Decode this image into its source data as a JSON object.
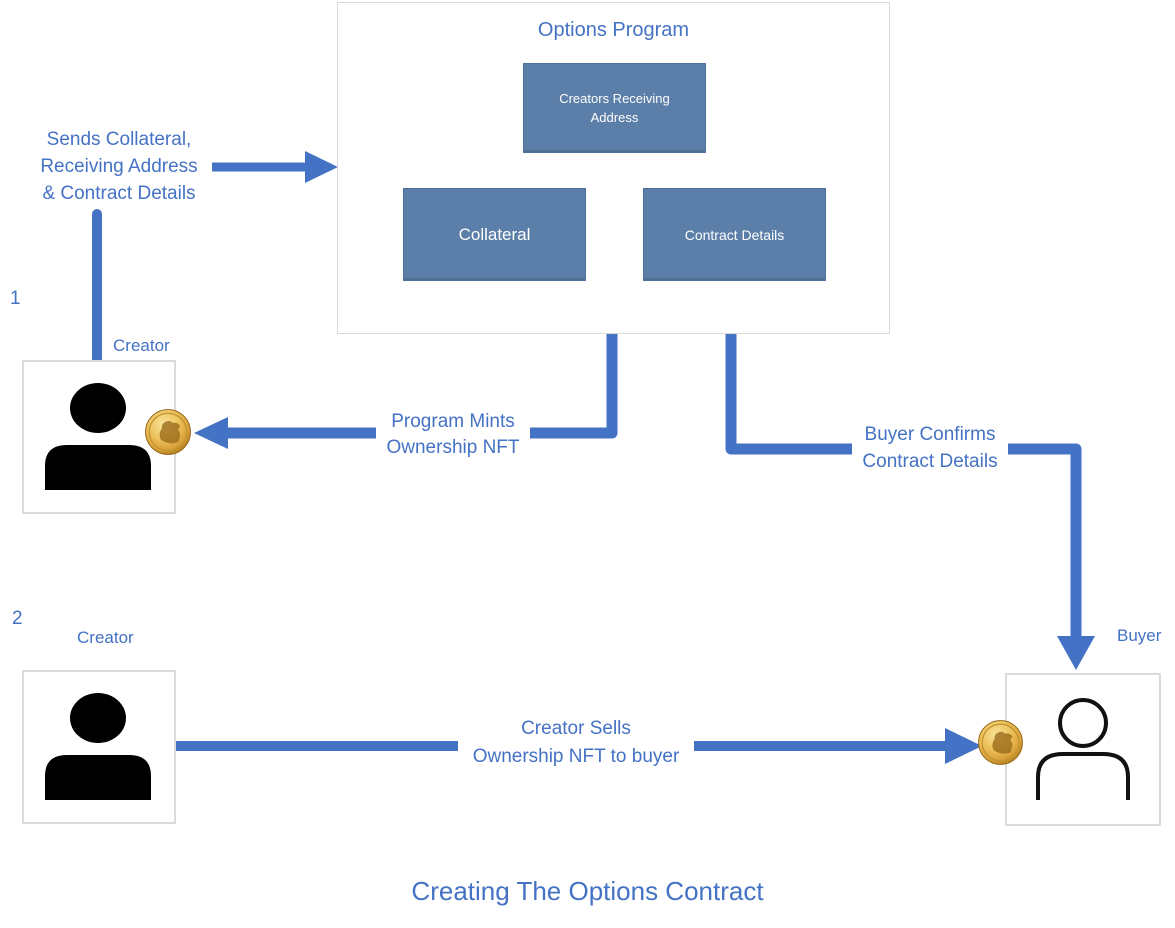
{
  "title": "Creating The Options Contract",
  "colors": {
    "accent_blue": "#4472C4",
    "shape_fill": "#5B7FA8",
    "shape_border": "#4E719B",
    "container_border": "#D9D9D9",
    "shape_text": "#FFFFFF",
    "coin_gold": "#DDA93D",
    "person_black": "#000000"
  },
  "program": {
    "title": "Options Program",
    "boxes": {
      "receiving": "Creators Receiving Address",
      "collateral": "Collateral",
      "contract": "Contract Details"
    }
  },
  "annotations": {
    "send": "Sends Collateral,\nReceiving Address\n& Contract Details",
    "mint": "Program Mints\nOwnership NFT",
    "confirm": "Buyer Confirms\nContract Details",
    "sell": "Creator Sells\nOwnership NFT to buyer"
  },
  "step1": {
    "number": "1",
    "creator_label": "Creator"
  },
  "step2": {
    "number": "2",
    "creator_label": "Creator",
    "buyer_label": "Buyer"
  },
  "icons": {
    "creator_icon": "person-silhouette-icon",
    "buyer_icon": "person-outline-icon",
    "nft_icon": "gold-coin-icon"
  }
}
